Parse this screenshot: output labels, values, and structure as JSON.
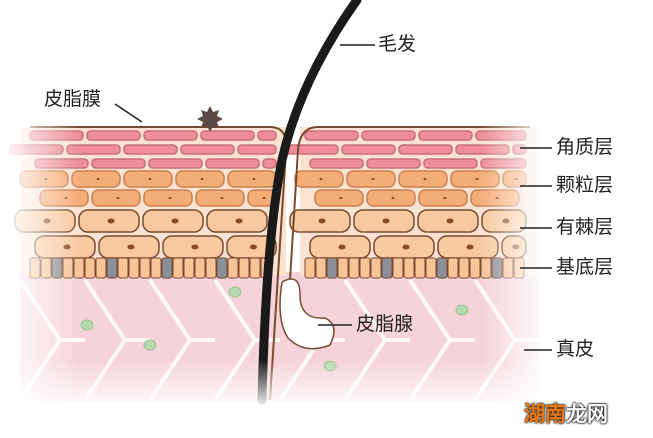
{
  "labels": {
    "hair": "毛发",
    "sebum_film": "皮脂膜",
    "stratum_corneum": "角质层",
    "stratum_granulosum": "颗粒层",
    "stratum_spinosum": "有棘层",
    "stratum_basale": "基底层",
    "dermis": "真皮",
    "sebaceous_gland": "皮脂腺"
  },
  "watermark": {
    "part1": "湖南",
    "part2": "龙网"
  },
  "colors": {
    "corneum": "#ee8d98",
    "granular": "#f5ad78",
    "spinous": "#f8c9a0",
    "basal_light": "#f7c49a",
    "basal_dark": "#8a8f98",
    "dermis": "#f6d3d8",
    "outline": "#7a4a2e",
    "hair": "#1a1a1a",
    "dermal_dots": "#b6d8b0"
  }
}
